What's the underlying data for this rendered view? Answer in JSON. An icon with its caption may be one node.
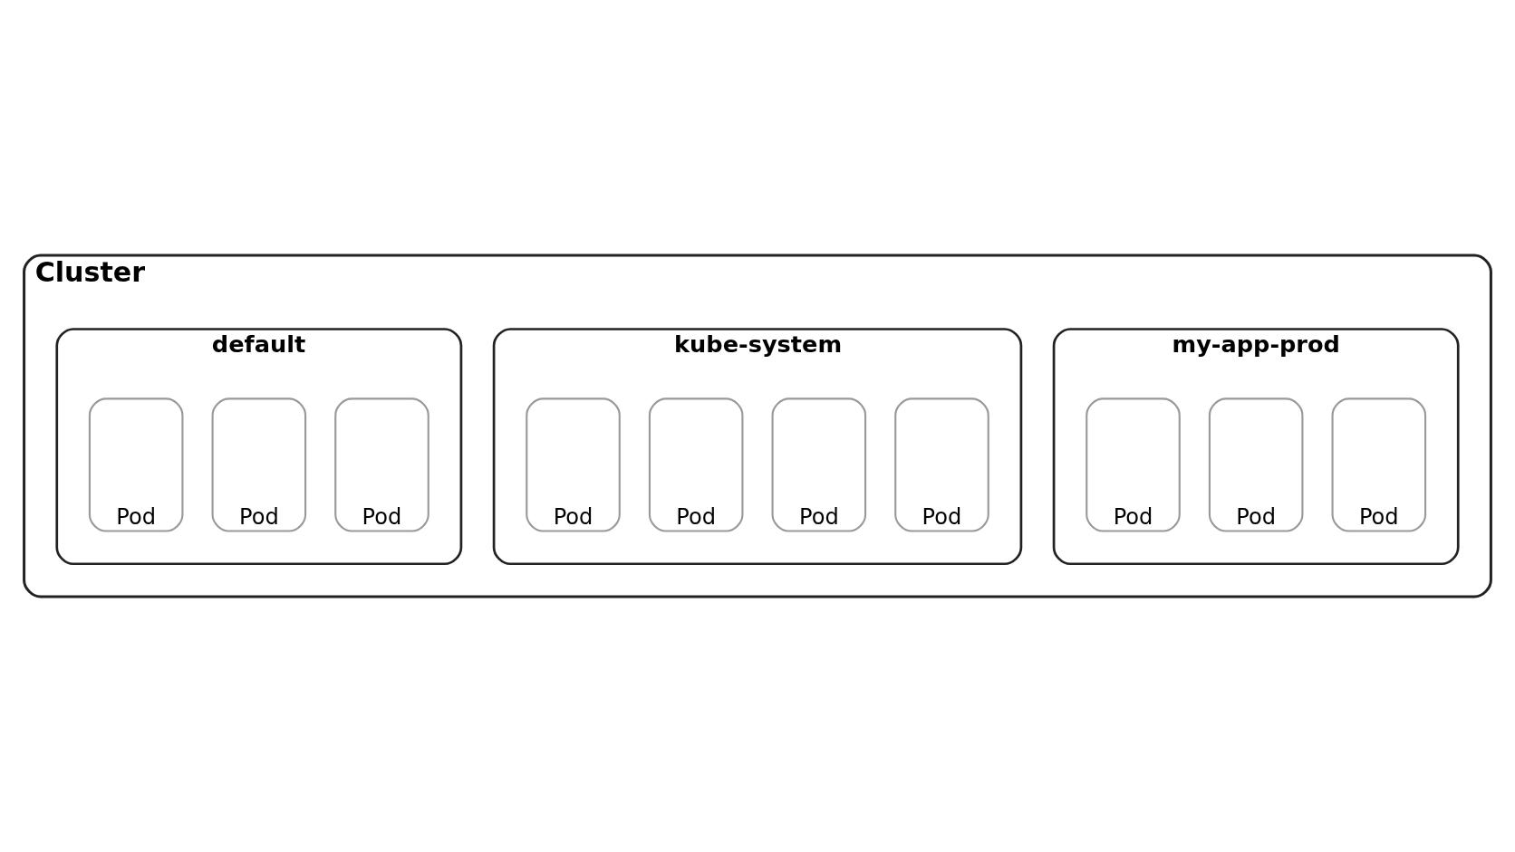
{
  "diagram": {
    "nodes": [
      {
        "text": [
          "Cluster"
        ]
      },
      {
        "text": [
          "default"
        ],
        "in": 0
      },
      {
        "text": [
          "Pod"
        ],
        "in": 1
      },
      {
        "text": [
          "Pod"
        ],
        "in": 1
      },
      {
        "text": [
          "Pod"
        ],
        "in": 1
      },
      {
        "text": [
          "kube-system"
        ],
        "in": 0
      },
      {
        "text": [
          "Pod"
        ],
        "in": 5
      },
      {
        "text": [
          "Pod"
        ],
        "in": 5
      },
      {
        "text": [
          "Pod"
        ],
        "in": 5
      },
      {
        "text": [
          "Pod"
        ],
        "in": 5
      },
      {
        "text": [
          "my-app-prod"
        ],
        "in": 0
      },
      {
        "text": [
          "Pod"
        ],
        "in": 10
      },
      {
        "text": [
          "Pod"
        ],
        "in": 10
      },
      {
        "text": [
          "Pod"
        ],
        "in": 10
      }
    ]
  }
}
